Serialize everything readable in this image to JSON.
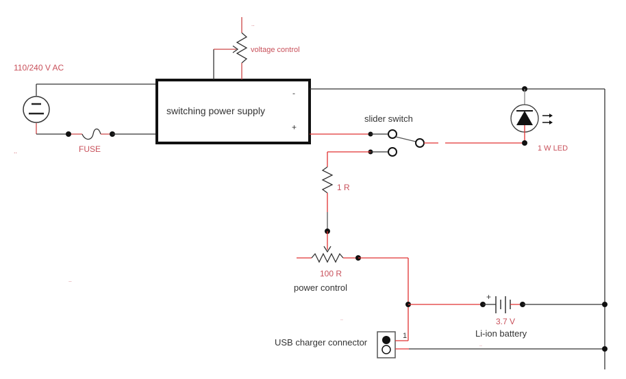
{
  "labels": {
    "ac_source": "110/240 V AC",
    "fuse": "FUSE",
    "psu": "switching power supply",
    "psu_minus": "-",
    "psu_plus": "+",
    "voltage_control": "voltage control",
    "slider_switch": "slider switch",
    "led": "1 W LED",
    "resistor": "1 R",
    "pot_value": "100  R",
    "power_control": "power control",
    "battery_plus": "+",
    "battery_voltage": "3.7 V",
    "battery": "Li-ion battery",
    "usb": "USB charger connector",
    "usb_pin": "1",
    "dots": ".."
  },
  "colors": {
    "wire_red": "#e03030",
    "wire_dark": "#333333",
    "label_red": "#c8505a",
    "text_dark": "#333333"
  }
}
